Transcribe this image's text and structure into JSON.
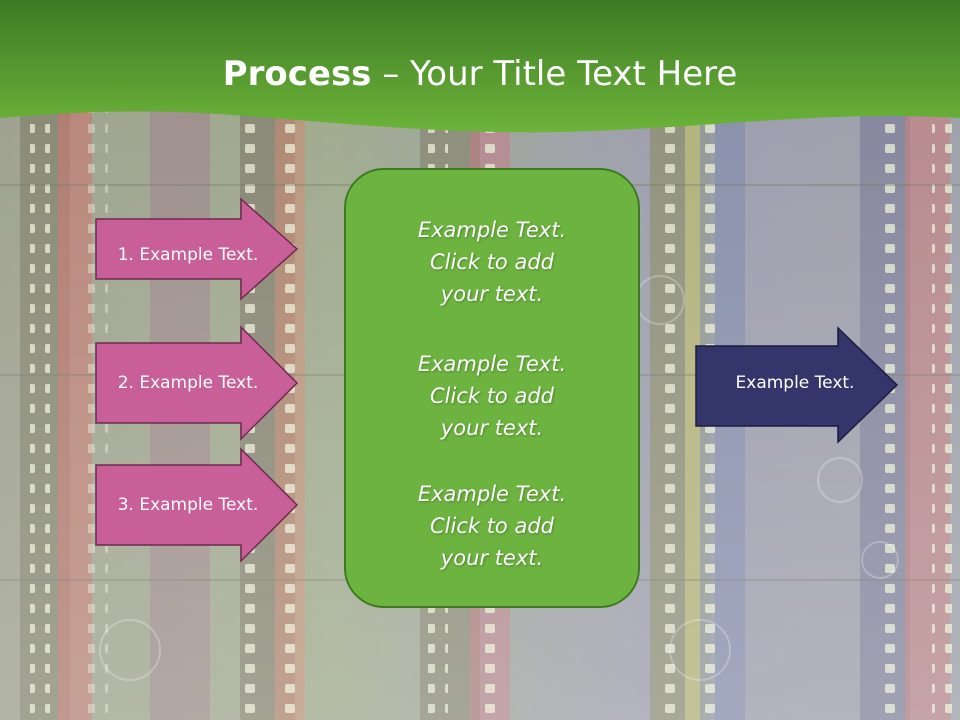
{
  "slide": {
    "title_bold": "Process",
    "title_rest": " – Your Title Text Here"
  },
  "left_arrows": [
    {
      "label": "1. Example Text."
    },
    {
      "label": "2. Example Text."
    },
    {
      "label": "3. Example Text."
    }
  ],
  "center_box": {
    "paragraphs": [
      {
        "line1": "Example Text.",
        "line2": "Click  to add",
        "line3": "your text."
      },
      {
        "line1": "Example Text.",
        "line2": "Click  to add",
        "line3": "your text."
      },
      {
        "line1": "Example Text.",
        "line2": "Click  to add",
        "line3": "your text."
      }
    ]
  },
  "right_arrow": {
    "label": "Example Text."
  },
  "colors": {
    "header_green": "#5aa32e",
    "box_green": "#6cb33f",
    "arrow_pink": "#c95f98",
    "arrow_navy": "#33356b"
  }
}
